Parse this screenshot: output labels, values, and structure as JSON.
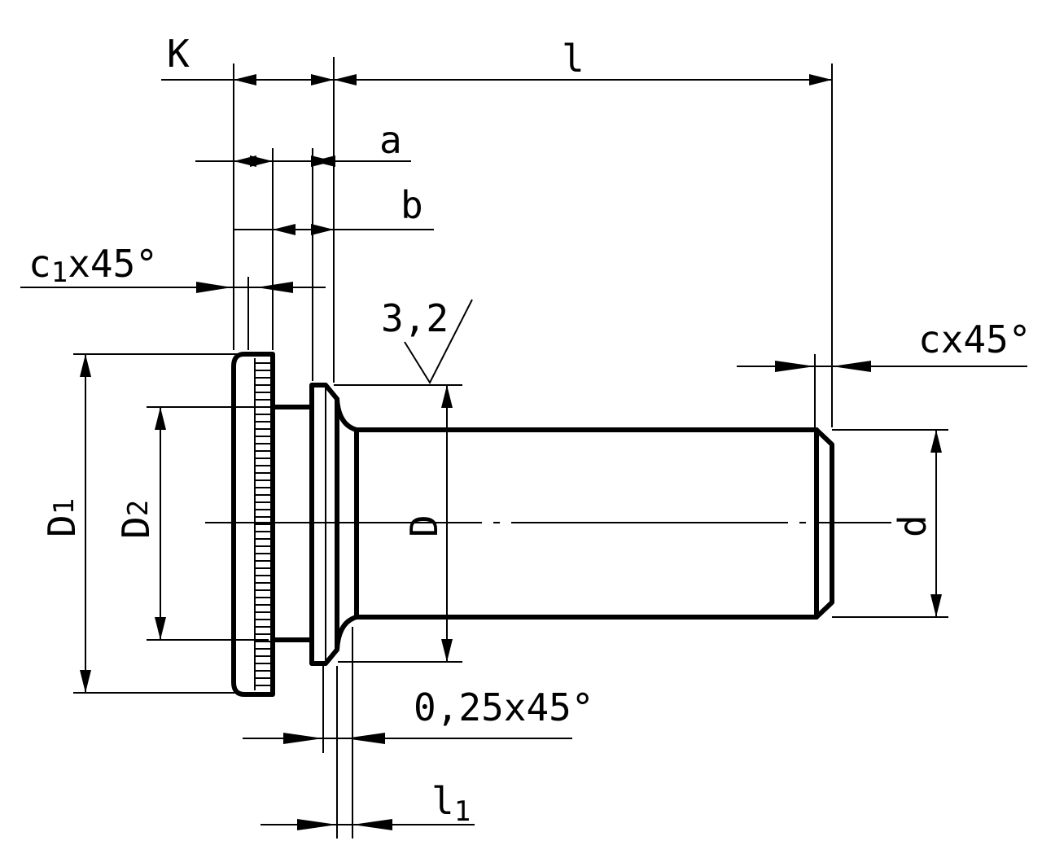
{
  "drawing": {
    "labels": {
      "K": "K",
      "l": "l",
      "a": "a",
      "b": "b",
      "c1_base": "c",
      "c1_sub": "1",
      "c1_rest": "x45°",
      "roughness": "3,2",
      "c_chamfer": "cx45°",
      "D1_base": "D",
      "D1_sub": "1",
      "D2_base": "D",
      "D2_sub": "2",
      "D": "D",
      "d": "d",
      "chamfer_025": "0,25x45°",
      "l1_base": "l",
      "l1_sub": "1"
    }
  }
}
